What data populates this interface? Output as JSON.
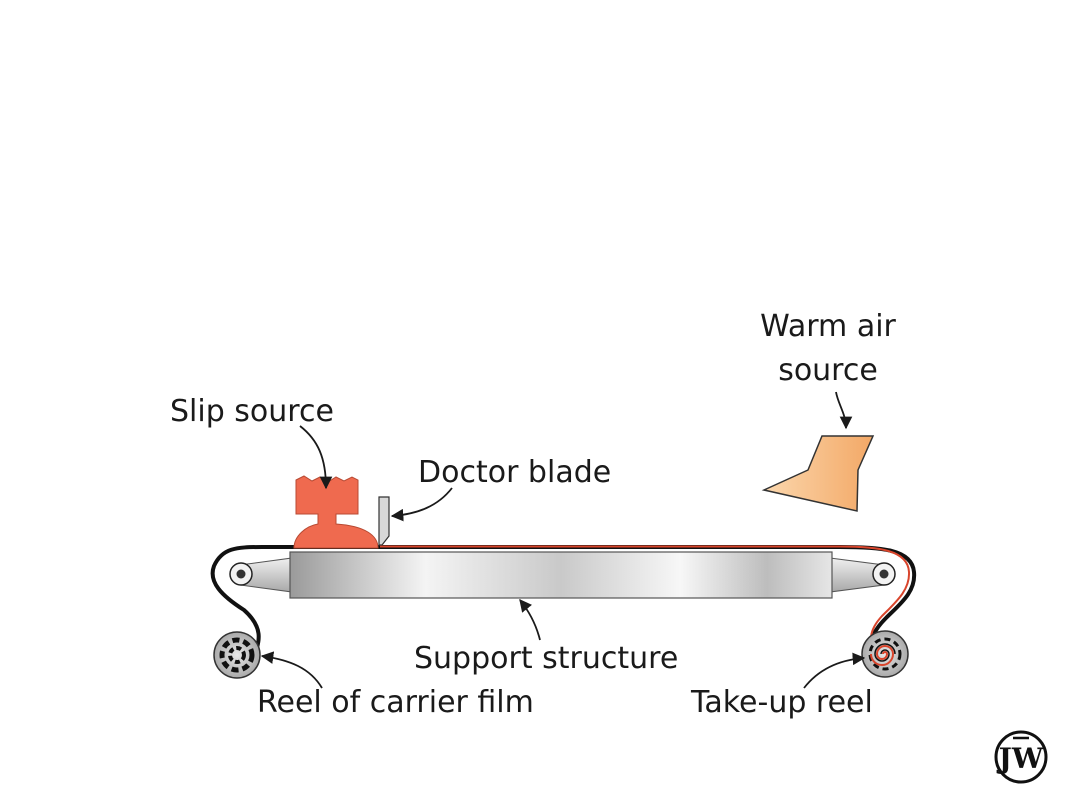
{
  "labels": {
    "warm_air_line1": "Warm air",
    "warm_air_line2": "source",
    "slip_source": "Slip source",
    "doctor_blade": "Doctor blade",
    "support_structure": "Support structure",
    "reel_carrier_film": "Reel of carrier film",
    "take_up_reel": "Take-up reel"
  },
  "logo": {
    "name": "publisher-logo",
    "text": "JW"
  },
  "colors": {
    "slip": "#ef6a4f",
    "film": "#111111",
    "slip_layer": "#d9452c",
    "support_light": "#f2f2f2",
    "support_dark": "#b8b8b8",
    "air_nozzle": "#f7c08a",
    "text": "#1a1a1a"
  }
}
